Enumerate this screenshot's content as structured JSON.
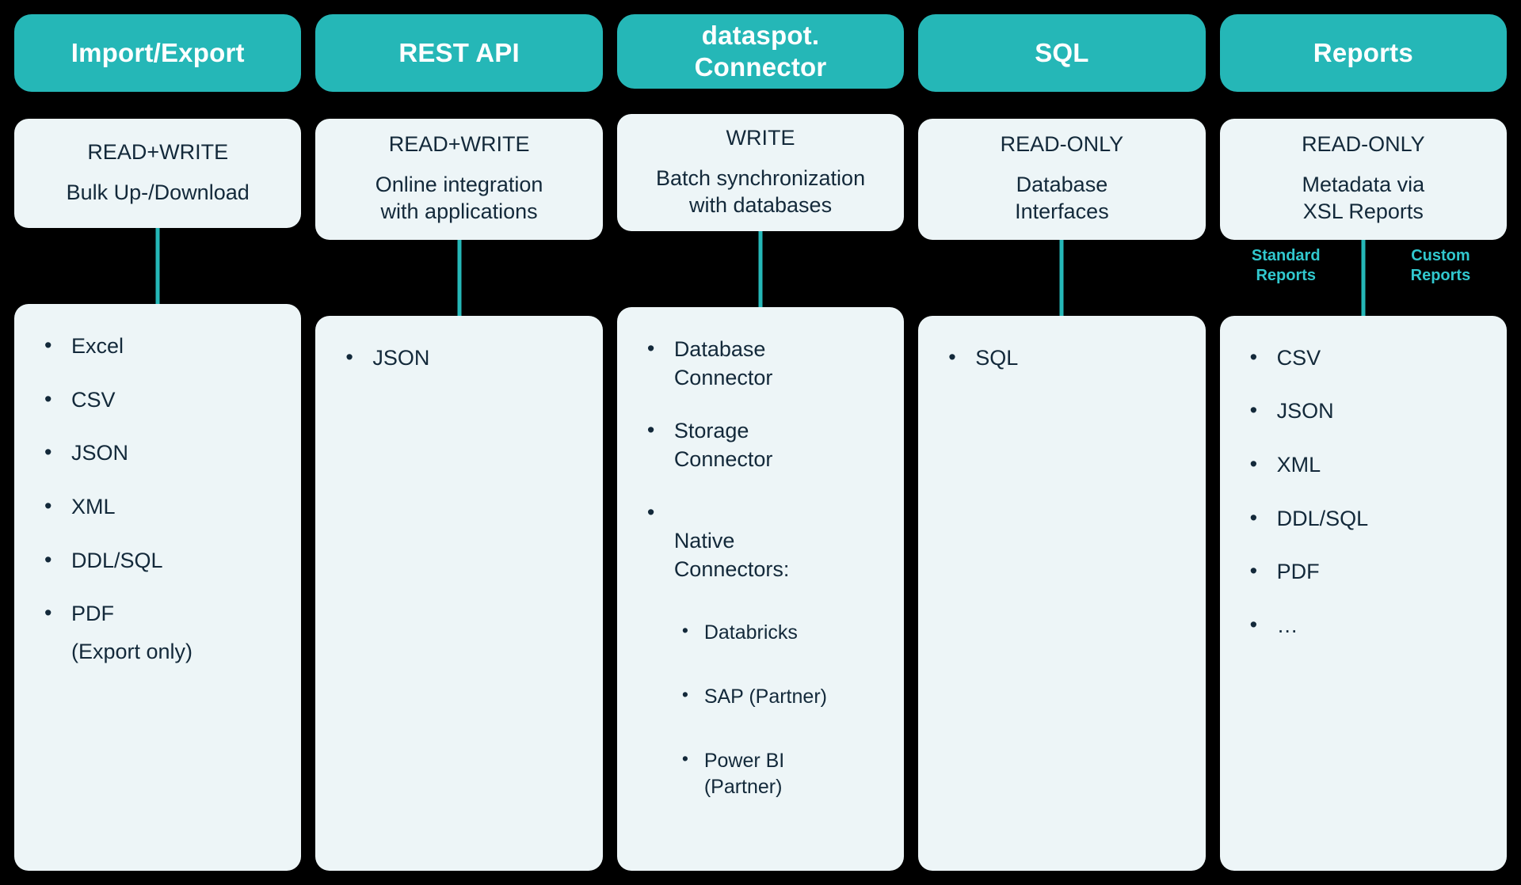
{
  "theme": {
    "background": "#000000",
    "accent_teal": "#25b7b7",
    "card_background": "#edf5f7",
    "text_dark": "#13293a",
    "branch_label_color": "#31c8ce",
    "header_text": "#ffffff"
  },
  "columns": [
    {
      "id": "import-export",
      "header": "Import/Export",
      "mode": "READ+WRITE",
      "description": "Bulk Up-/Download",
      "items": [
        "Excel",
        "CSV",
        "JSON",
        "XML",
        "DDL/SQL",
        "PDF"
      ],
      "note": "(Export only)"
    },
    {
      "id": "rest-api",
      "header": "REST API",
      "mode": "READ+WRITE",
      "description": "Online integration\nwith applications",
      "items": [
        "JSON"
      ],
      "note": ""
    },
    {
      "id": "dataspot-connector",
      "header": "dataspot.\nConnector",
      "mode": "WRITE",
      "description": "Batch synchronization\nwith databases",
      "items": [
        "Database\nConnector",
        "Storage\nConnector",
        "Native\nConnectors:"
      ],
      "sub_items": [
        "Databricks",
        "SAP (Partner)",
        "Power BI\n(Partner)"
      ],
      "note": ""
    },
    {
      "id": "sql",
      "header": "SQL",
      "mode": "READ-ONLY",
      "description": "Database\nInterfaces",
      "items": [
        "SQL"
      ],
      "note": ""
    },
    {
      "id": "reports",
      "header": "Reports",
      "mode": "READ-ONLY",
      "description": "Metadata via\nXSL Reports",
      "branches": [
        "Standard\nReports",
        "Custom\nReports"
      ],
      "items": [
        "CSV",
        "JSON",
        "XML",
        "DDL/SQL",
        "PDF",
        "…"
      ],
      "note": ""
    }
  ]
}
